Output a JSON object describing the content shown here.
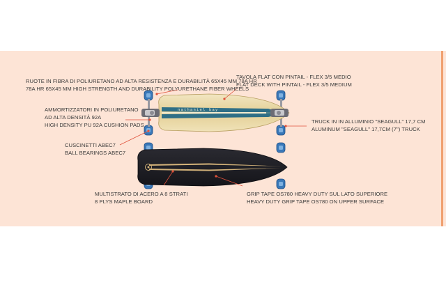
{
  "annotations": {
    "wheels": {
      "line1": "RUOTE IN FIBRA DI POLIURETANO AD ALTA RESISTENZA E DURABILITÀ 65X45 MM 78A HR",
      "line2": "78A HR 65X45 MM HIGH STRENGTH AND DURABILITY POLYURETHANE FIBER WHEELS"
    },
    "deck": {
      "line1": "TAVOLA FLAT CON PINTAIL - FLEX 3/5 MEDIO",
      "line2": "FLAT DECK WITH PINTAIL - FLEX 3/5 MEDIUM"
    },
    "cushions": {
      "line1": "AMMORTIZZATORI IN POLIURETANO",
      "line2": "AD ALTA DENSITÀ 92A",
      "line3": "HIGH DENSITY PU 92A CUSHION PADS"
    },
    "truck": {
      "line1": "TRUCK IN IN ALLUMINIO \"SEAGULL\" 17,7 CM",
      "line2": "ALUMINUM \"SEAGULL\" 17,7CM (7\") TRUCK"
    },
    "bearings": {
      "line1": "CUSCINETTI ABEC7",
      "line2": "BALL BEARINGS ABEC7"
    },
    "board": {
      "line1": "MULTISTRATO DI ACERO A 8 STRATI",
      "line2": "8 PLYS MAPLE BOARD"
    },
    "grip": {
      "line1": "GRIP TAPE OS780 HEAVY DUTY SUL LATO SUPERIORE",
      "line2": "HEAVY DUTY GRIP TAPE OS780  ON UPPER SURFACE"
    }
  },
  "deck_graphic_text": "nathaniel bay",
  "colors": {
    "band": "#fde4d6",
    "accent_stripe": "#f0a070",
    "leader_line": "#e0513a",
    "deck_wood": "#e9d8a6",
    "deck_stripe": "#2f6f86",
    "grip": "#1f1f24",
    "wheel": "#3a78b8"
  }
}
